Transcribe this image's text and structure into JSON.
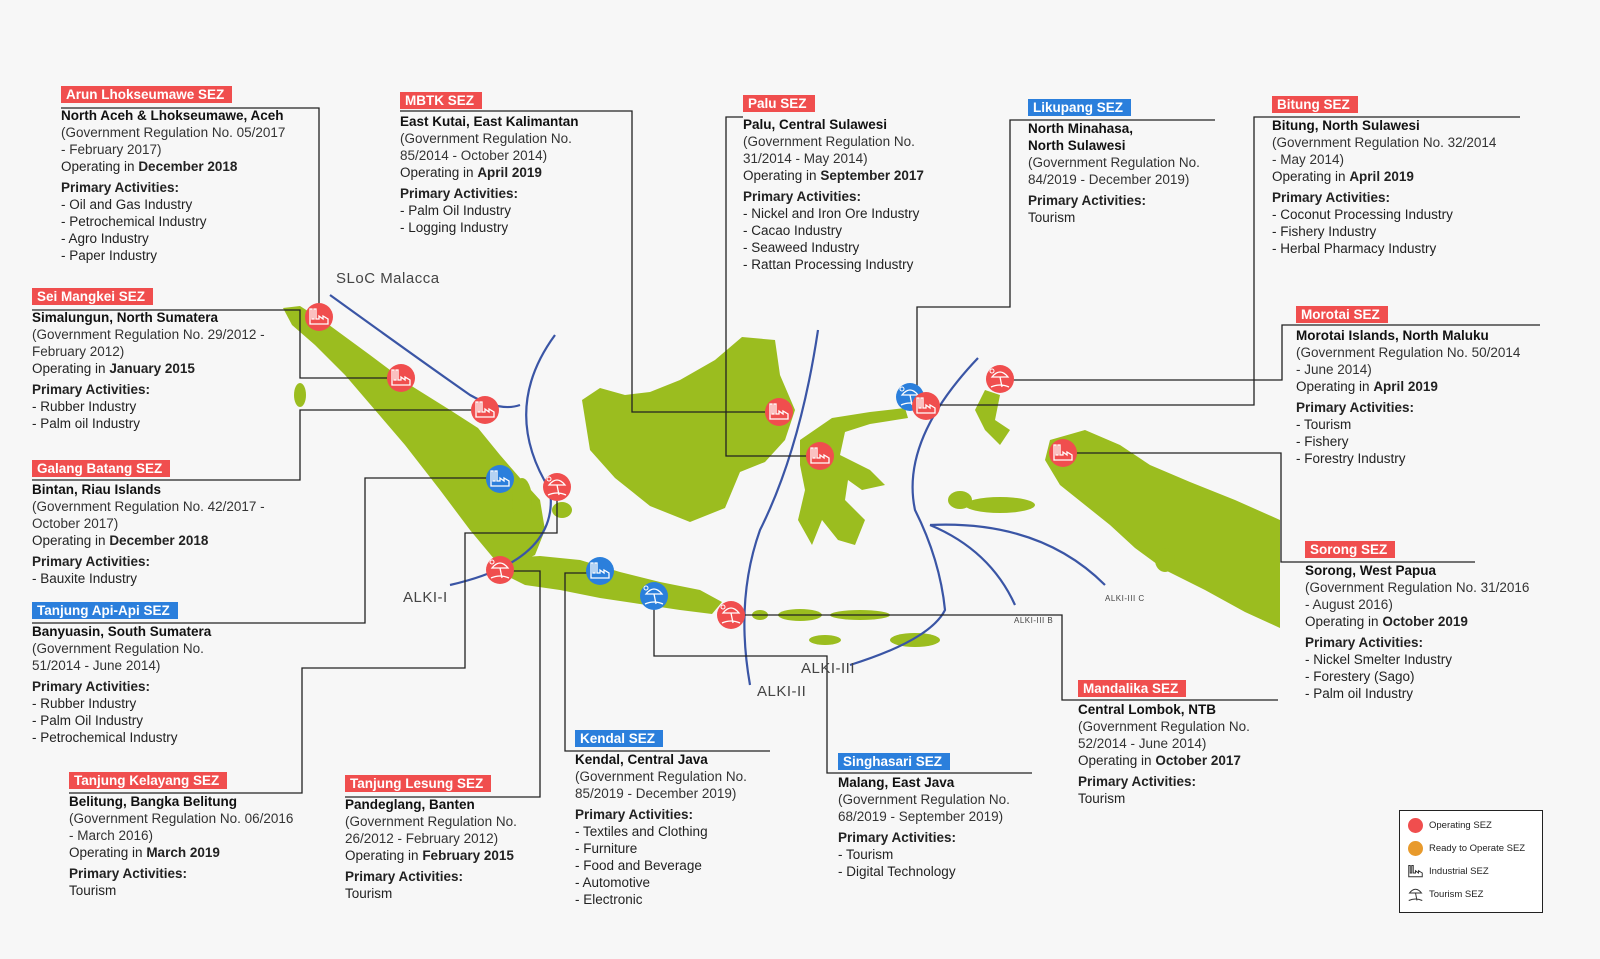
{
  "colors": {
    "operating": "#f04e4e",
    "ready": "#e89a2c",
    "ready_shown": "#2b7fdc",
    "land": "#9bbd1f",
    "sea_lane": "#3a55a5"
  },
  "sea_lanes": {
    "sloc": "SLoC Malacca",
    "alki1": "ALKI-I",
    "alki2": "ALKI-II",
    "alki3": "ALKI-III",
    "alki3b": "ALKI-III B",
    "alki3c": "ALKI-III C"
  },
  "legend": {
    "operating": "Operating SEZ",
    "ready": "Ready to Operate SEZ",
    "industrial": "Industrial SEZ",
    "tourism": "Tourism SEZ"
  },
  "sez": [
    {
      "name": "Arun Lhokseumawe SEZ",
      "tag_color": "#f04e4e",
      "location": [
        "North Aceh & Lhokseumawe, Aceh"
      ],
      "regulation": [
        "(Government Regulation No. 05/2017",
        "- February 2017)"
      ],
      "operating_prefix": "Operating in",
      "operating_date": "December 2018",
      "activities_label": "Primary Activities:",
      "activities": [
        "- Oil and Gas Industry",
        "- Petrochemical Industry",
        "- Agro Industry",
        "- Paper Industry"
      ]
    },
    {
      "name": "MBTK SEZ",
      "tag_color": "#f04e4e",
      "location": [
        "East Kutai, East Kalimantan"
      ],
      "regulation": [
        "(Government Regulation No.",
        "85/2014 - October 2014)"
      ],
      "operating_prefix": "Operating in",
      "operating_date": "April 2019",
      "activities_label": "Primary Activities:",
      "activities": [
        "- Palm Oil Industry",
        "- Logging Industry"
      ]
    },
    {
      "name": "Palu SEZ",
      "tag_color": "#f04e4e",
      "location": [
        "Palu, Central Sulawesi"
      ],
      "regulation": [
        "(Government Regulation No.",
        "31/2014 - May 2014)"
      ],
      "operating_prefix": "Operating in",
      "operating_date": "September 2017",
      "activities_label": "Primary Activities:",
      "activities": [
        "- Nickel and Iron Ore Industry",
        "- Cacao Industry",
        "- Seaweed Industry",
        "- Rattan Processing Industry"
      ]
    },
    {
      "name": "Likupang SEZ",
      "tag_color": "#2b7fdc",
      "location": [
        "North Minahasa,",
        "North Sulawesi"
      ],
      "regulation": [
        "(Government Regulation No.",
        "84/2019 - December 2019)"
      ],
      "activities_label": "Primary Activities:",
      "activities": [
        "Tourism"
      ]
    },
    {
      "name": "Bitung SEZ",
      "tag_color": "#f04e4e",
      "location": [
        "Bitung, North Sulawesi"
      ],
      "regulation": [
        "(Government Regulation No. 32/2014",
        "- May 2014)"
      ],
      "operating_prefix": "Operating in",
      "operating_date": "April 2019",
      "activities_label": "Primary Activities:",
      "activities": [
        "- Coconut Processing Industry",
        "- Fishery Industry",
        "- Herbal Pharmacy Industry"
      ]
    },
    {
      "name": "Sei Mangkei SEZ",
      "tag_color": "#f04e4e",
      "location": [
        "Simalungun, North Sumatera"
      ],
      "regulation": [
        "(Government Regulation No. 29/2012 -",
        "February 2012)"
      ],
      "operating_prefix": "Operating in",
      "operating_date": "January 2015",
      "activities_label": "Primary Activities:",
      "activities": [
        "- Rubber Industry",
        "- Palm oil Industry"
      ]
    },
    {
      "name": "Morotai SEZ",
      "tag_color": "#f04e4e",
      "location": [
        "Morotai Islands, North Maluku"
      ],
      "regulation": [
        "(Government Regulation No. 50/2014",
        "- June 2014)"
      ],
      "operating_prefix": "Operating in",
      "operating_date": "April 2019",
      "activities_label": "Primary Activities:",
      "activities": [
        "- Tourism",
        "- Fishery",
        "- Forestry Industry"
      ]
    },
    {
      "name": "Galang Batang SEZ",
      "tag_color": "#f04e4e",
      "location": [
        "Bintan, Riau Islands"
      ],
      "regulation": [
        "(Government Regulation No. 42/2017 -",
        "October 2017)"
      ],
      "operating_prefix": "Operating in",
      "operating_date": "December 2018",
      "activities_label": "Primary Activities:",
      "activities": [
        "- Bauxite Industry"
      ]
    },
    {
      "name": "Sorong SEZ",
      "tag_color": "#f04e4e",
      "location": [
        "Sorong,  West Papua"
      ],
      "regulation": [
        "(Government Regulation No. 31/2016",
        "- August 2016)"
      ],
      "operating_prefix": "Operating in",
      "operating_date": "October 2019",
      "activities_label": "Primary Activities:",
      "activities": [
        "- Nickel Smelter Industry",
        "- Forestery (Sago)",
        "- Palm oil Industry"
      ]
    },
    {
      "name": "Tanjung Api-Api SEZ",
      "tag_color": "#2b7fdc",
      "location": [
        "Banyuasin, South Sumatera"
      ],
      "regulation": [
        "(Government Regulation No.",
        "51/2014 - June 2014)"
      ],
      "activities_label": "Primary Activities:",
      "activities": [
        "- Rubber Industry",
        "- Palm Oil Industry",
        "- Petrochemical Industry"
      ]
    },
    {
      "name": "Mandalika SEZ",
      "tag_color": "#f04e4e",
      "location": [
        "Central Lombok, NTB"
      ],
      "regulation": [
        "(Government Regulation No.",
        "52/2014 - June 2014)"
      ],
      "operating_prefix": "Operating in",
      "operating_date": "October 2017",
      "activities_label": "Primary Activities:",
      "activities": [
        "Tourism"
      ]
    },
    {
      "name": "Kendal SEZ",
      "tag_color": "#2b7fdc",
      "location": [
        "Kendal, Central Java"
      ],
      "regulation": [
        "(Government Regulation No.",
        "85/2019 - December 2019)"
      ],
      "activities_label": "Primary Activities:",
      "activities": [
        "- Textiles and Clothing",
        "- Furniture",
        "- Food and Beverage",
        "- Automotive",
        "- Electronic"
      ]
    },
    {
      "name": "Singhasari SEZ",
      "tag_color": "#2b7fdc",
      "location": [
        "Malang, East Java"
      ],
      "regulation": [
        "(Government Regulation No.",
        "68/2019 - September 2019)"
      ],
      "activities_label": "Primary Activities:",
      "activities": [
        "- Tourism",
        "- Digital Technology"
      ]
    },
    {
      "name": "Tanjung Kelayang SEZ",
      "tag_color": "#f04e4e",
      "location": [
        "Belitung, Bangka Belitung"
      ],
      "regulation": [
        "(Government Regulation No. 06/2016",
        "- March 2016)"
      ],
      "operating_prefix": "Operating in",
      "operating_date": "March 2019",
      "activities_label": "Primary Activities:",
      "activities": [
        "Tourism"
      ]
    },
    {
      "name": "Tanjung Lesung SEZ",
      "tag_color": "#f04e4e",
      "location": [
        "Pandeglang, Banten"
      ],
      "regulation": [
        "(Government Regulation No.",
        "26/2012 - February 2012)"
      ],
      "operating_prefix": "Operating in",
      "operating_date": "February 2015",
      "activities_label": "Primary Activities:",
      "activities": [
        "Tourism"
      ]
    }
  ]
}
